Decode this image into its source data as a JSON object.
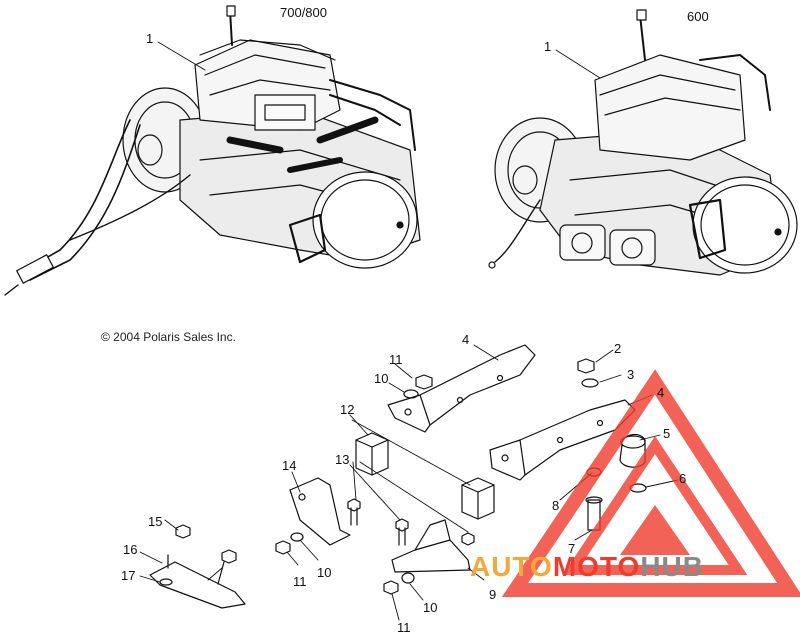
{
  "variants": {
    "left": "700/800",
    "right": "600"
  },
  "copyright": "© 2004 Polaris Sales Inc.",
  "callouts": {
    "c1a": "1",
    "c1b": "1",
    "c2": "2",
    "c3": "3",
    "c4a": "4",
    "c4b": "4",
    "c5": "5",
    "c6": "6",
    "c7": "7",
    "c8": "8",
    "c9": "9",
    "c10a": "10",
    "c10b": "10",
    "c10c": "10",
    "c11a": "11",
    "c11b": "11",
    "c11c": "11",
    "c12": "12",
    "c13": "13",
    "c14": "14",
    "c15": "15",
    "c16": "16",
    "c17": "17"
  },
  "watermark": {
    "part1": "AUTO",
    "part2": "MOTO",
    "part3": "HUB",
    "colors": {
      "auto": "#f5a83a",
      "moto": "#ef3b2d",
      "hub": "#8a8a8a"
    }
  }
}
